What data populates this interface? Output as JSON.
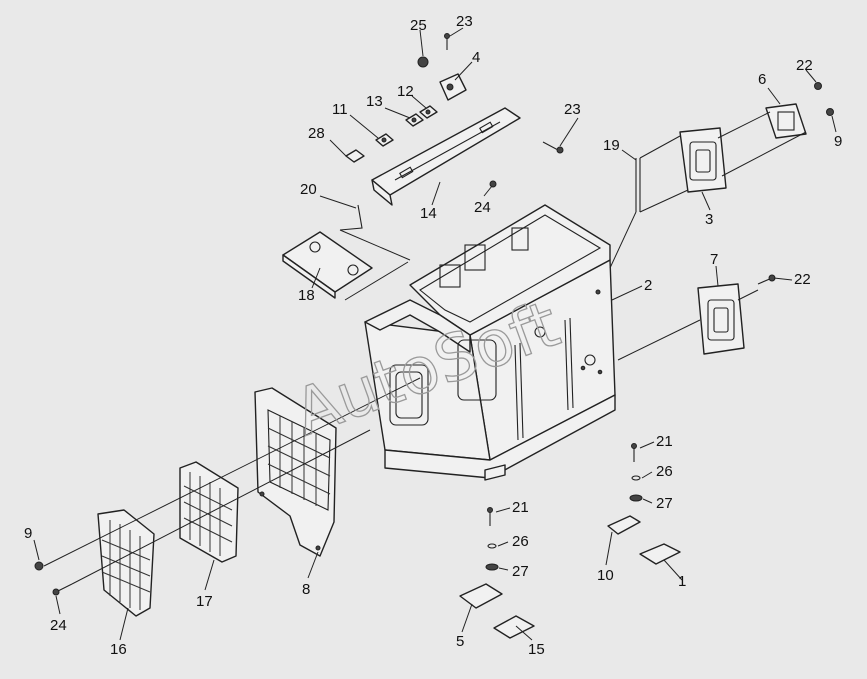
{
  "watermark": "AutoSoft",
  "callouts": [
    "1",
    "2",
    "3",
    "4",
    "5",
    "6",
    "7",
    "8",
    "9",
    "9",
    "10",
    "11",
    "12",
    "13",
    "14",
    "15",
    "16",
    "17",
    "18",
    "19",
    "20",
    "21",
    "21",
    "22",
    "22",
    "23",
    "23",
    "24",
    "24",
    "25",
    "26",
    "26",
    "27",
    "27",
    "28"
  ]
}
